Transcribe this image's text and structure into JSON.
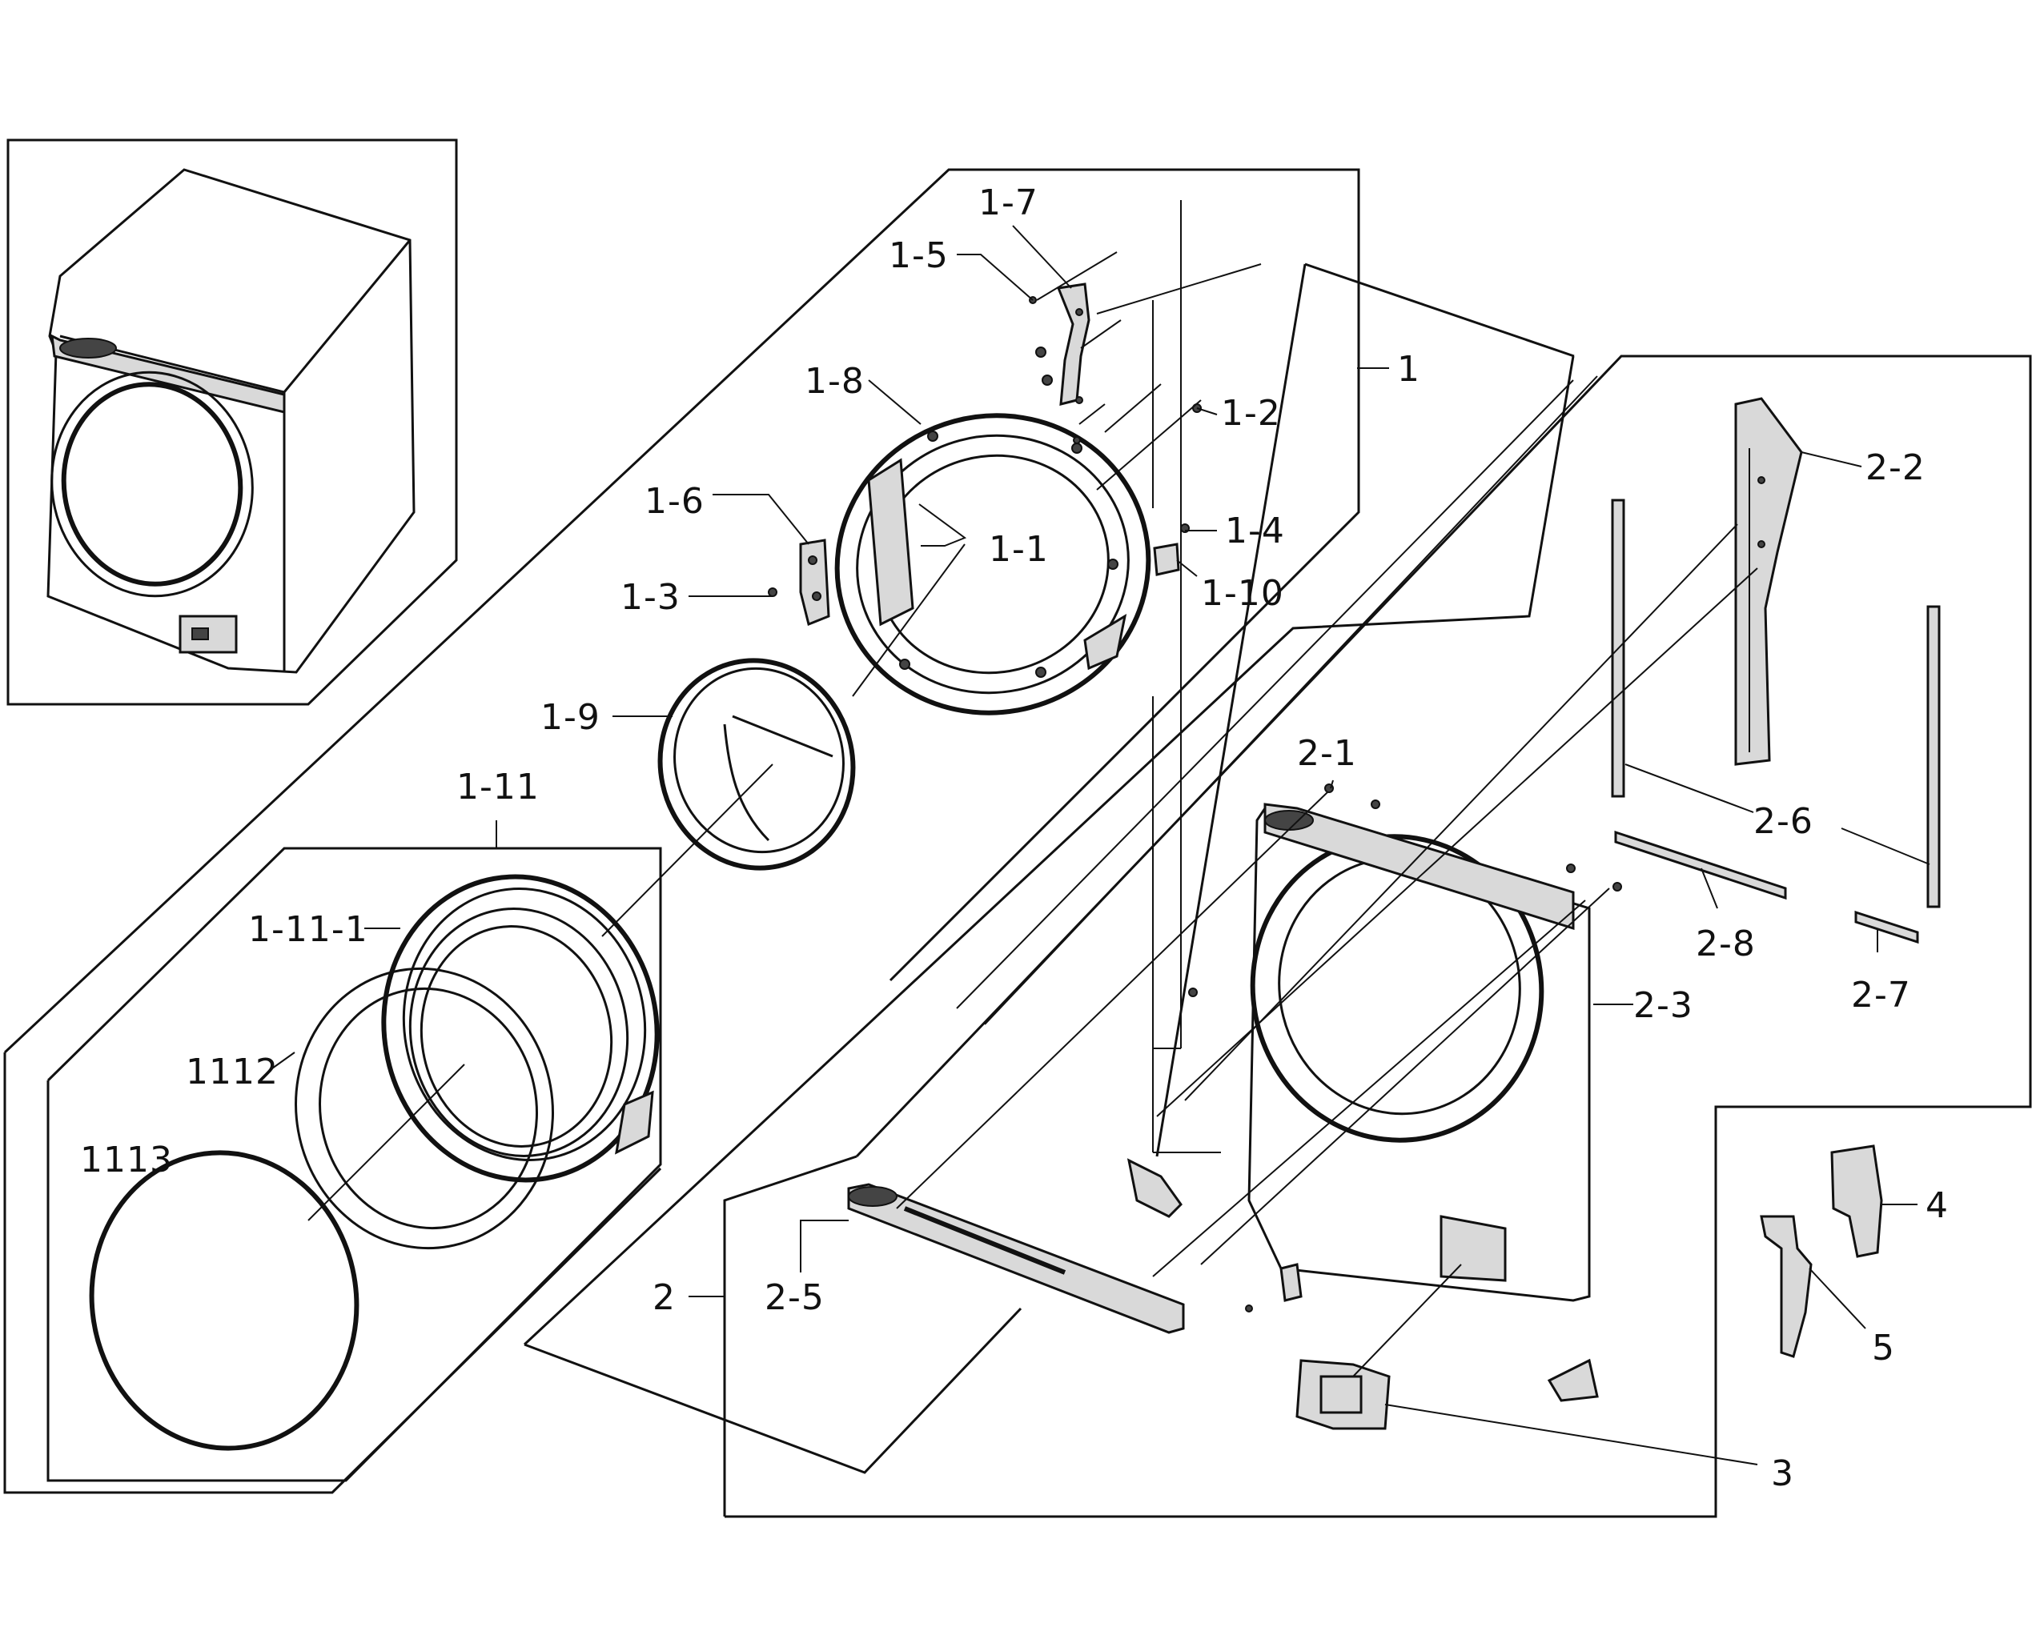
{
  "labels": {
    "l_1_7": "1-7",
    "l_1_5": "1-5",
    "l_1_8": "1-8",
    "l_1_2": "1-2",
    "l_1": "1",
    "l_1_6": "1-6",
    "l_1_1": "1-1",
    "l_1_4": "1-4",
    "l_1_3": "1-3",
    "l_1_10": "1-10",
    "l_1_9": "1-9",
    "l_1_11": "1-11",
    "l_1_11_1": "1-11-1",
    "l_1112": "1112",
    "l_1113": "1113",
    "l_2_1": "2-1",
    "l_2_2": "2-2",
    "l_2_6": "2-6",
    "l_2_8": "2-8",
    "l_2_7": "2-7",
    "l_2_3": "2-3",
    "l_2": "2",
    "l_2_5": "2-5",
    "l_3": "3",
    "l_4": "4",
    "l_5": "5"
  }
}
